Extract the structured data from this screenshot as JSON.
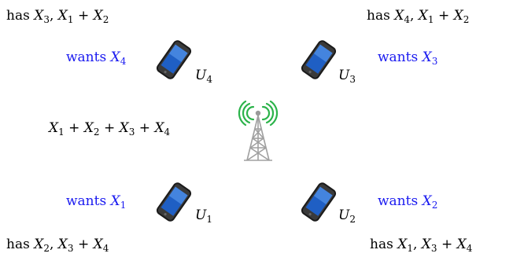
{
  "top_left": {
    "prefix": "has",
    "expr_a_var": "X",
    "expr_a_sub": "3",
    "expr_b": {
      "v1": "X",
      "s1": "1",
      "op": "+",
      "v2": "X",
      "s2": "2"
    }
  },
  "top_right": {
    "prefix": "has",
    "expr_a_var": "X",
    "expr_a_sub": "4",
    "expr_b": {
      "v1": "X",
      "s1": "1",
      "op": "+",
      "v2": "X",
      "s2": "2"
    }
  },
  "bottom_left": {
    "prefix": "has",
    "expr_a_var": "X",
    "expr_a_sub": "2",
    "expr_b": {
      "v1": "X",
      "s1": "3",
      "op": "+",
      "v2": "X",
      "s2": "4"
    }
  },
  "bottom_right": {
    "prefix": "has",
    "expr_a_var": "X",
    "expr_a_sub": "1",
    "expr_b": {
      "v1": "X",
      "s1": "3",
      "op": "+",
      "v2": "X",
      "s2": "4"
    }
  },
  "wants": {
    "u4": {
      "word": "wants",
      "var": "X",
      "sub": "4"
    },
    "u3": {
      "word": "wants",
      "var": "X",
      "sub": "3"
    },
    "u1": {
      "word": "wants",
      "var": "X",
      "sub": "1"
    },
    "u2": {
      "word": "wants",
      "var": "X",
      "sub": "2"
    }
  },
  "users": {
    "u4": {
      "var": "U",
      "sub": "4"
    },
    "u3": {
      "var": "U",
      "sub": "3"
    },
    "u1": {
      "var": "U",
      "sub": "1"
    },
    "u2": {
      "var": "U",
      "sub": "2"
    }
  },
  "broadcast": {
    "terms": [
      {
        "var": "X",
        "sub": "1"
      },
      {
        "var": "X",
        "sub": "2"
      },
      {
        "var": "X",
        "sub": "3"
      },
      {
        "var": "X",
        "sub": "4"
      }
    ],
    "op": "+"
  },
  "colors": {
    "wants": "#1a1af0",
    "signal": "#2bb34a"
  },
  "icons": {
    "phone": "smartphone-icon",
    "tower": "antenna-tower-icon"
  }
}
